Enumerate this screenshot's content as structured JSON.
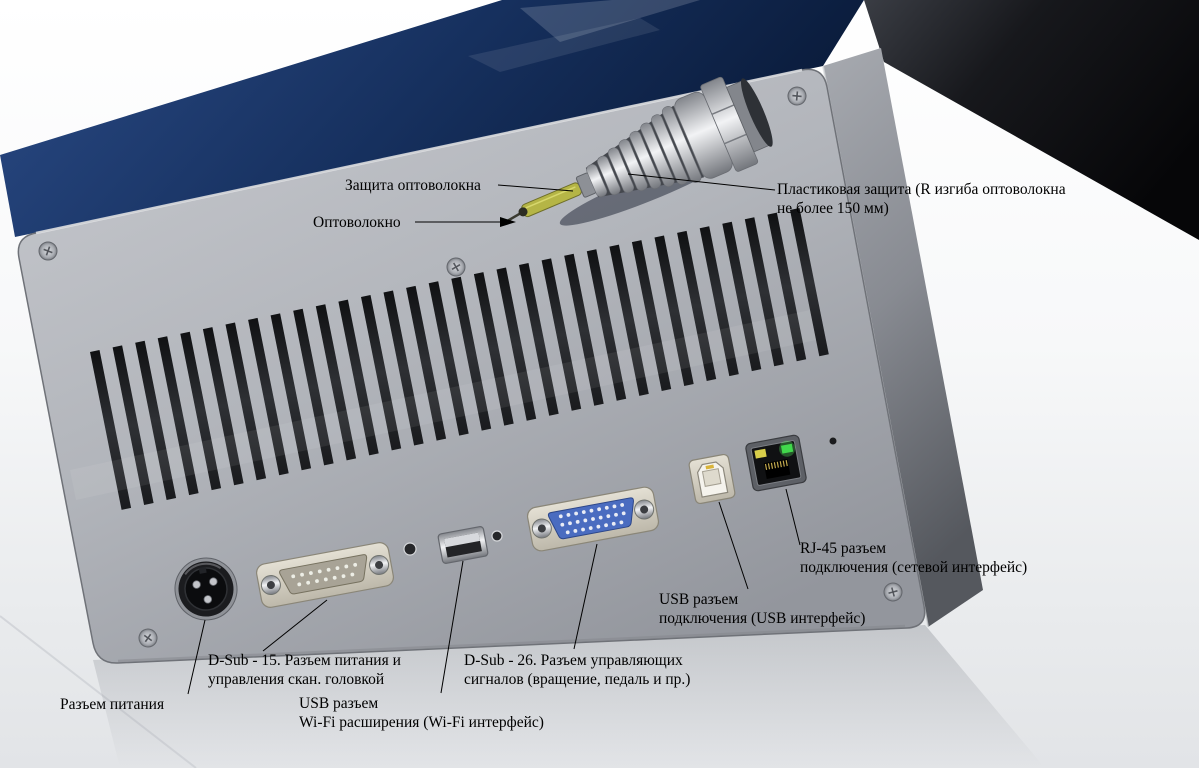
{
  "figure": {
    "description": "Back panel of a fiber laser unit with connector callouts"
  },
  "colors": {
    "panel_gray": "#b2b5bb",
    "top_surface_blue": "#16305e",
    "body_black": "#0c0d10",
    "fiber_yellow": "#b5b546",
    "dsub26_insert_blue": "#4a6cc0",
    "rj45_led_green": "#41d84c",
    "rj45_led_yellow": "#d8ce4a",
    "usb_b_gold_mark": "#d9b43a",
    "label_text": "#000000"
  },
  "vents": {
    "count": 32
  },
  "labels": {
    "fiber_protection": {
      "text": "Защита оптоволокна"
    },
    "fiber": {
      "text": "Оптоволокно"
    },
    "plastic_protection": {
      "line1": "Пластиковая защита (R изгиба оптоволокна",
      "line2": "не более 150 мм)"
    },
    "rj45": {
      "line1": "RJ-45 разъем",
      "line2": "подключения (сетевой интерфейс)"
    },
    "usb": {
      "line1": "USB разъем",
      "line2": "подключения (USB интерфейс)"
    },
    "dsub26": {
      "line1": "D-Sub - 26. Разъем управляющих",
      "line2": "сигналов (вращение, педаль и пр.)"
    },
    "dsub15": {
      "line1": "D-Sub - 15. Разъем питания и",
      "line2": "управления скан. головкой"
    },
    "usb_wifi": {
      "line1": "USB разъем",
      "line2": "Wi-Fi расширения (Wi-Fi интерфейс)"
    },
    "power": {
      "text": "Разъем питания"
    }
  }
}
